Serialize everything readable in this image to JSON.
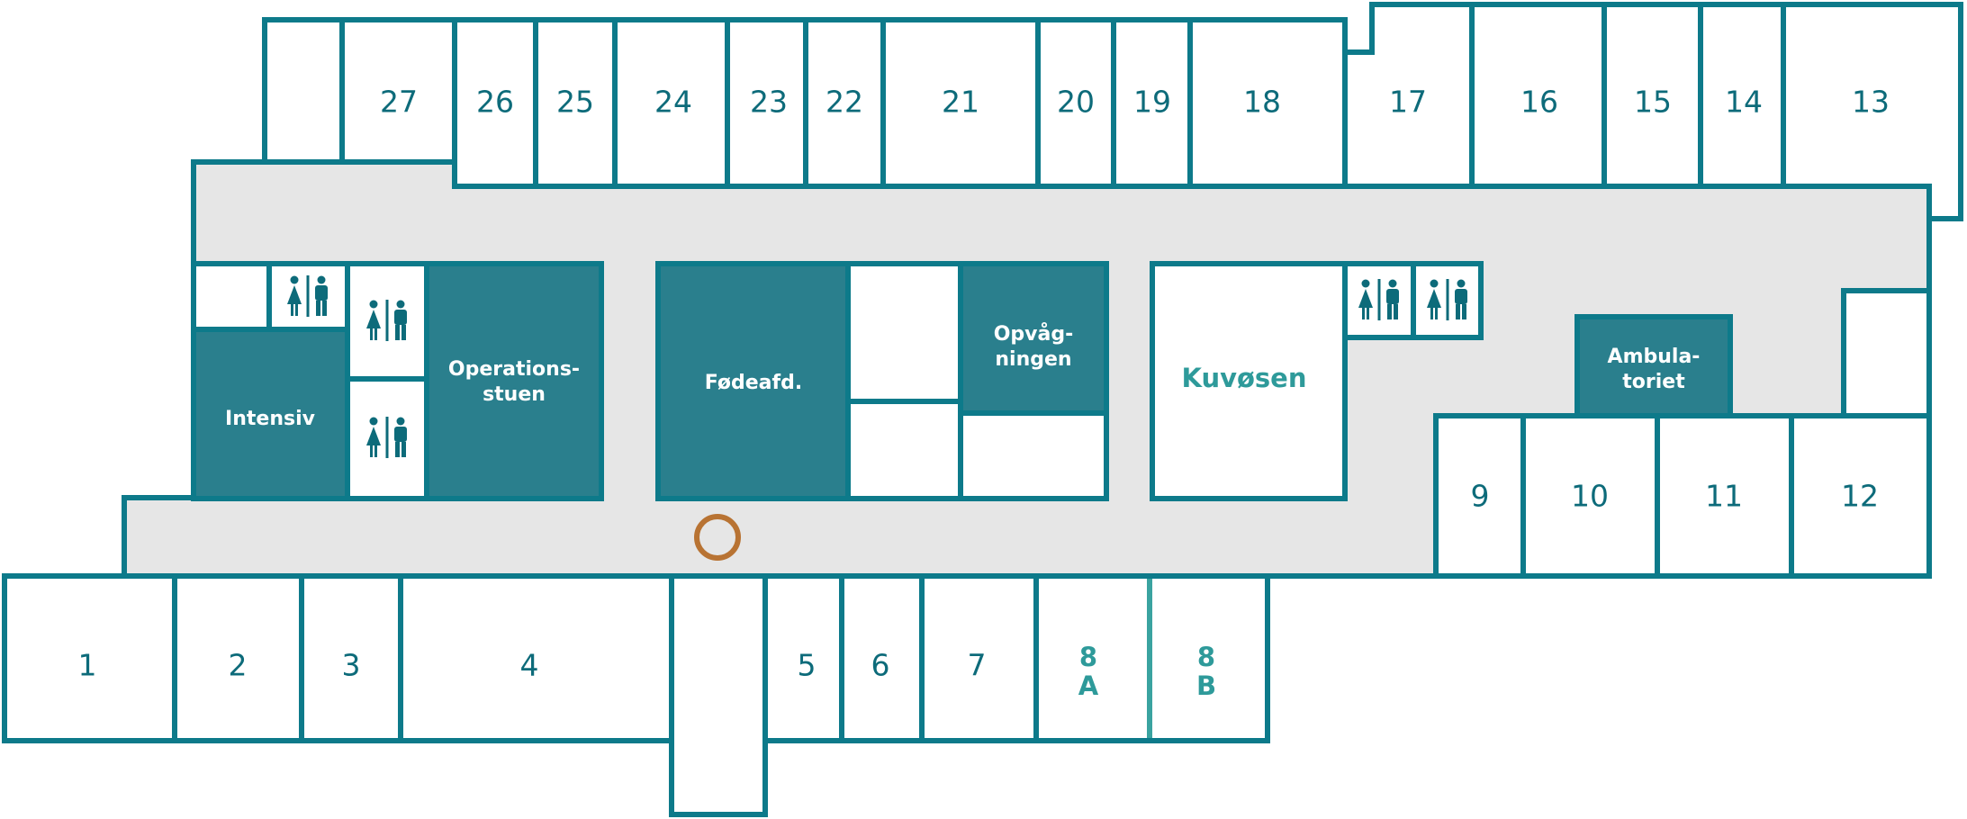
{
  "rooms_top": [
    "27",
    "26",
    "25",
    "24",
    "23",
    "22",
    "21",
    "20",
    "19",
    "18",
    "17",
    "16",
    "15",
    "14",
    "13"
  ],
  "rooms_bottom": [
    "1",
    "2",
    "3",
    "4",
    "5",
    "6",
    "7"
  ],
  "rooms_right": [
    "9",
    "10",
    "11",
    "12"
  ],
  "room_8a": {
    "line1": "8",
    "line2": "A"
  },
  "room_8b": {
    "line1": "8",
    "line2": "B"
  },
  "departments": {
    "intensiv": "Intensiv",
    "operation_line1": "Operations-",
    "operation_line2": "stuen",
    "fode": "Fødeafd.",
    "opvag_line1": "Opvåg-",
    "opvag_line2": "ningen",
    "kuvosen": "Kuvøsen",
    "ambula_line1": "Ambula-",
    "ambula_line2": "toriet"
  },
  "icons": {
    "restroom": "restroom-icon",
    "you_are_here": "you-are-here-marker"
  },
  "colors": {
    "outline": "#0d7a8a",
    "dark_fill": "#2a7f8d",
    "corridor": "#e6e6e6",
    "accent_text": "#2e9a9a",
    "marker": "#b87333"
  }
}
